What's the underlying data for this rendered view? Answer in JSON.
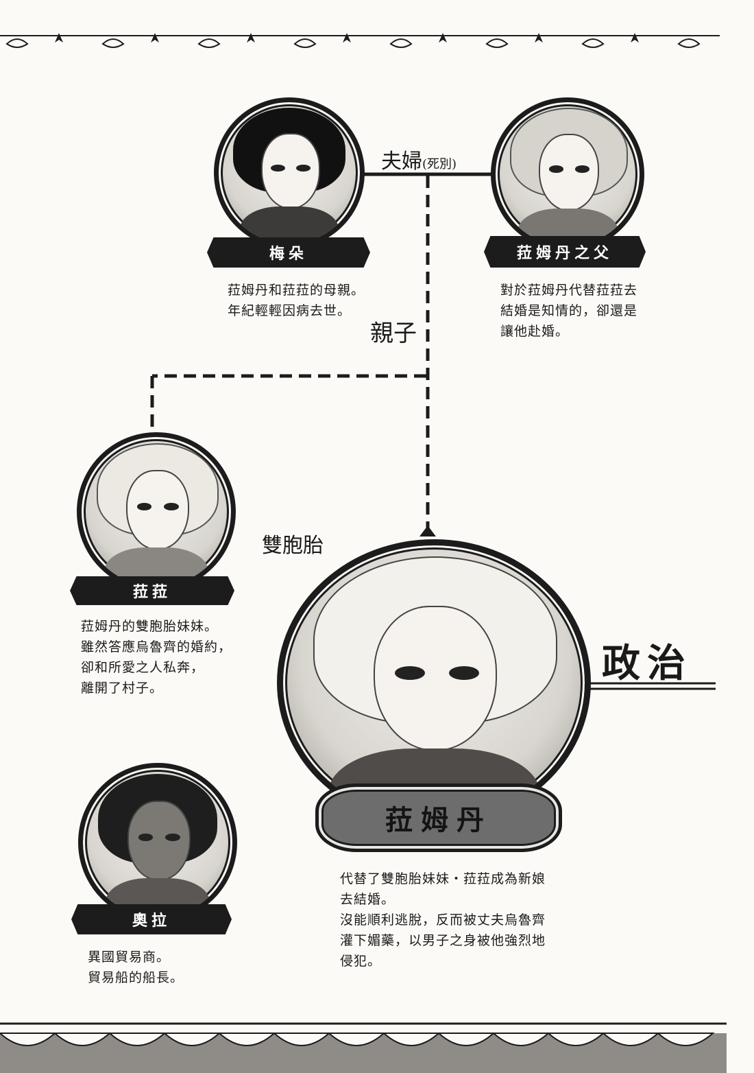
{
  "relations": {
    "couple": "夫婦",
    "couple_note": "(死別)",
    "parent_child": "親子",
    "twins": "雙胞胎",
    "politics": "政治"
  },
  "characters": {
    "meiduo": {
      "name": "梅朵",
      "desc": [
        "菈姆丹和菈菈的母親。",
        "年紀輕輕因病去世。"
      ]
    },
    "father": {
      "name": "菈姆丹之父",
      "desc": [
        "對於菈姆丹代替菈菈去",
        "結婚是知情的，卻還是",
        "讓他赴婚。"
      ]
    },
    "lala": {
      "name": "菈菈",
      "desc": [
        "菈姆丹的雙胞胎妹妹。",
        "雖然答應烏魯齊的婚約，",
        "卻和所愛之人私奔，",
        "離開了村子。"
      ]
    },
    "lamudan": {
      "name": "菈姆丹",
      "desc": [
        "代替了雙胞胎妹妹・菈菈成為新娘",
        "去結婚。",
        "沒能順利逃脫，反而被丈夫烏魯齊",
        "灌下媚藥，以男子之身被他強烈地",
        "侵犯。"
      ]
    },
    "aola": {
      "name": "奧拉",
      "desc": [
        "異國貿易商。",
        "貿易船的船長。"
      ]
    }
  },
  "colors": {
    "ink": "#1c1c1c",
    "paper": "#fbfaf7",
    "plate_gray": "#6d6d6d"
  }
}
